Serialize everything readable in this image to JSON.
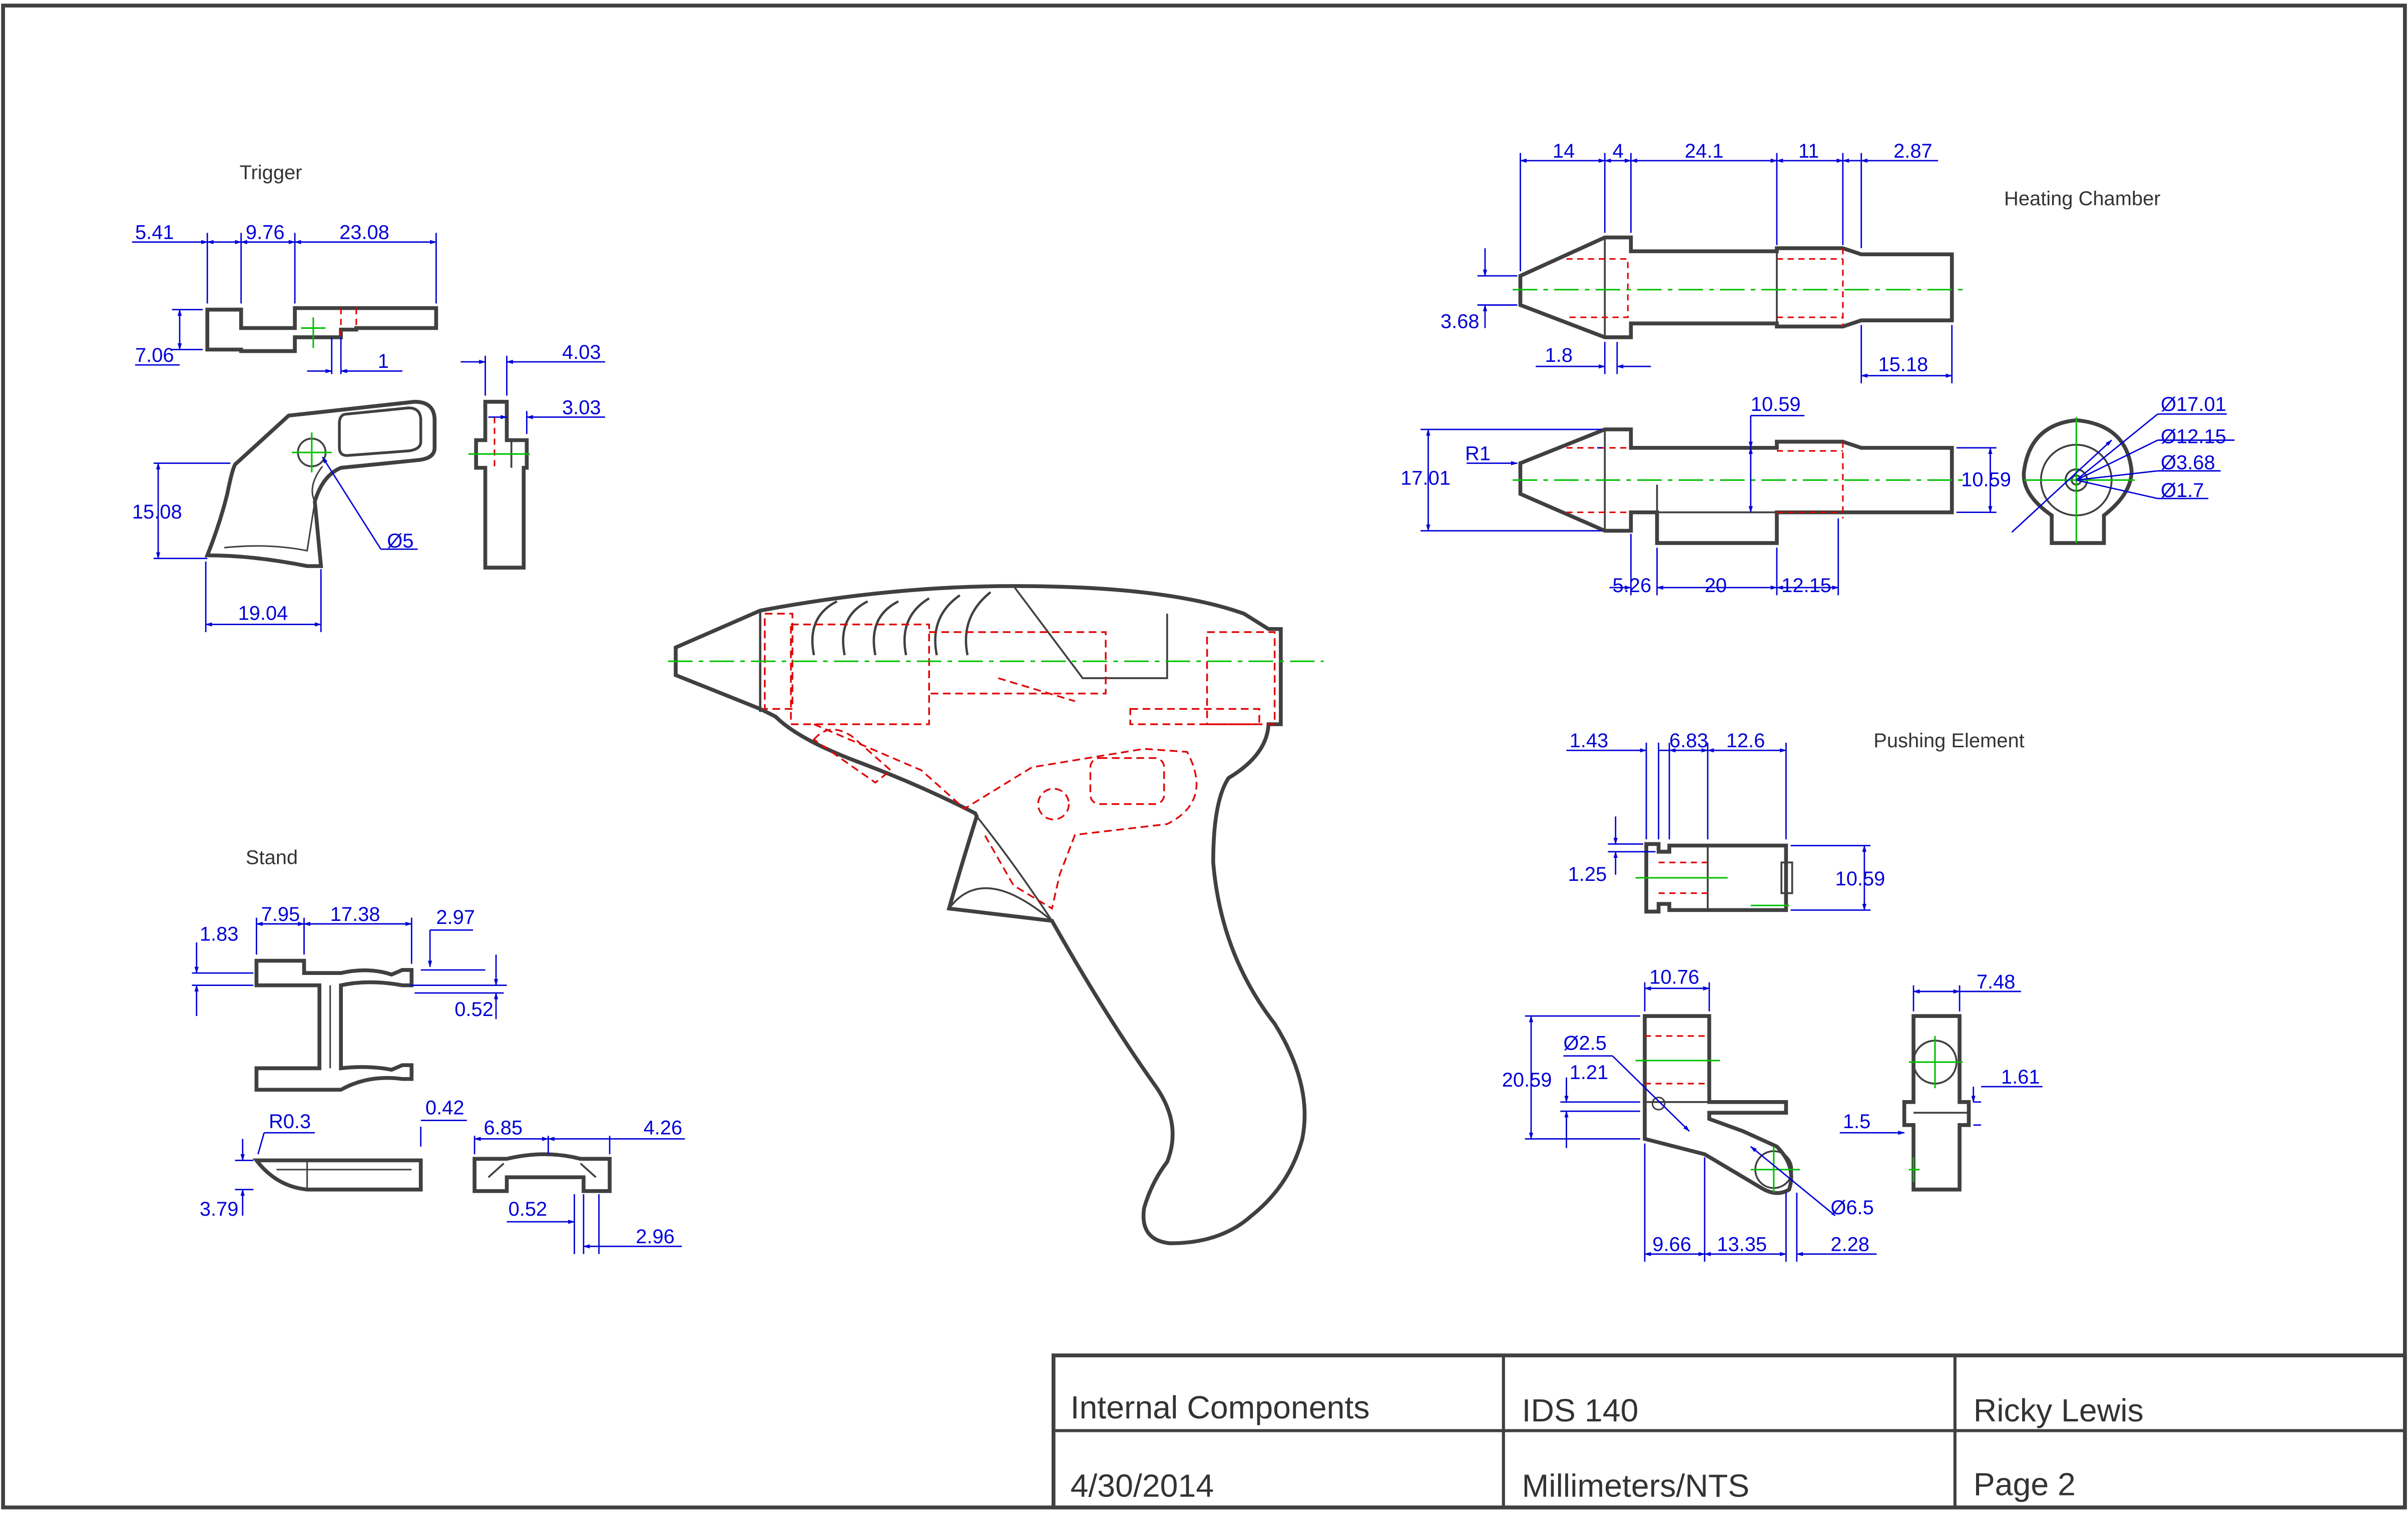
{
  "sheet": {
    "colors": {
      "outline": "#404040",
      "hidden": "#e00000",
      "center": "#00c000",
      "dimension": "#0000d8"
    }
  },
  "views": {
    "trigger": {
      "label": "Trigger",
      "dims": [
        "5.41",
        "9.76",
        "23.08",
        "7.06",
        "1",
        "4.03",
        "3.03",
        "15.08",
        "Ø5",
        "19.04"
      ]
    },
    "stand": {
      "label": "Stand",
      "dims": [
        "1.83",
        "7.95",
        "17.38",
        "2.97",
        "0.52",
        "R0.3",
        "0.42",
        "3.79",
        "6.85",
        "4.26",
        "0.52",
        "2.96"
      ]
    },
    "heating_chamber": {
      "label": "Heating Chamber",
      "dims": [
        "14",
        "4",
        "24.1",
        "11",
        "2.87",
        "3.68",
        "1.8",
        "15.18",
        "10.59",
        "R1",
        "17.01",
        "10.59",
        "5.26",
        "20",
        "12.15",
        "Ø17.01",
        "Ø12.15",
        "Ø3.68",
        "Ø1.7"
      ]
    },
    "pushing_element": {
      "label": "Pushing Element",
      "dims": [
        "1.43",
        "6.83",
        "12.6",
        "1.25",
        "10.59",
        "10.76",
        "7.48",
        "Ø2.5",
        "1.21",
        "20.59",
        "1.61",
        "1.5",
        "Ø6.5",
        "9.66",
        "13.35",
        "2.28"
      ]
    }
  },
  "title_block": {
    "title": "Internal Components",
    "course": "IDS 140",
    "author": "Ricky Lewis",
    "date": "4/30/2014",
    "units": "Millimeters/NTS",
    "page": "Page 2"
  }
}
